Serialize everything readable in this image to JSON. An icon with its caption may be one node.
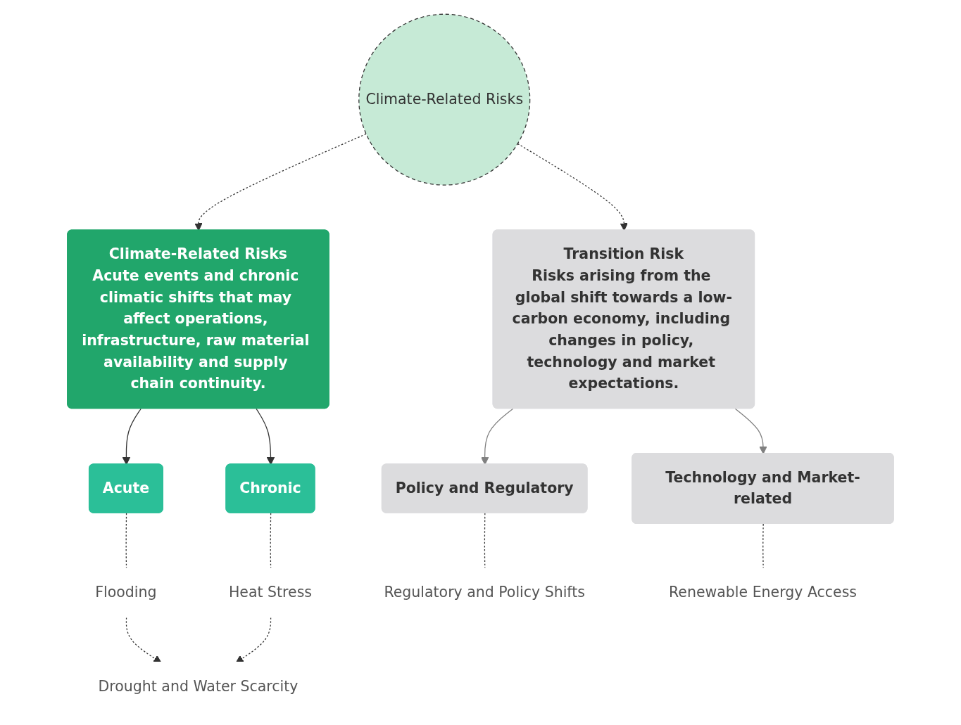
{
  "diagram": {
    "nodes": [
      {
        "text": [
          "Climate-Related Risks"
        ]
      },
      {
        "text": [
          "Climate-Related Risks",
          "Acute events and chronic climatic shifts that may affect operations, infrastructure, raw material availability and supply chain continuity."
        ]
      },
      {
        "text": [
          "Transition Risk",
          "Risks arising from the global shift towards a low-carbon economy, including changes in policy, technology and market expectations."
        ]
      },
      {
        "text": [
          "Acute"
        ]
      },
      {
        "text": [
          "Chronic"
        ]
      },
      {
        "text": [
          "Policy and Regulatory"
        ]
      },
      {
        "text": [
          "Technology and Market-related"
        ]
      },
      {
        "text": [
          "Flooding"
        ]
      },
      {
        "text": [
          "Heat Stress"
        ]
      },
      {
        "text": [
          "Drought and Water Scarcity"
        ]
      },
      {
        "text": [
          "Regulatory and Policy Shifts"
        ]
      },
      {
        "text": [
          "Renewable Energy Access"
        ]
      }
    ],
    "edges": [
      {
        "from": 0,
        "to": 1,
        "arrow": "to",
        "style": "dashed"
      },
      {
        "from": 0,
        "to": 2,
        "arrow": "to",
        "style": "dashed"
      },
      {
        "from": 1,
        "to": 3,
        "arrow": "to"
      },
      {
        "from": 1,
        "to": 4,
        "arrow": "to"
      },
      {
        "from": 2,
        "to": 5,
        "arrow": "to",
        "color": "#808080"
      },
      {
        "from": 2,
        "to": 6,
        "arrow": "to",
        "color": "#808080"
      },
      {
        "from": 3,
        "to": 7,
        "arrow": "none",
        "style": "dashed"
      },
      {
        "from": 4,
        "to": 8,
        "arrow": "none",
        "style": "dashed"
      },
      {
        "from": 5,
        "to": 10,
        "arrow": "none",
        "style": "dashed"
      },
      {
        "from": 6,
        "to": 11,
        "arrow": "none",
        "style": "dashed"
      },
      {
        "from": 7,
        "to": 9,
        "arrow": "to",
        "style": "dashed"
      },
      {
        "from": 8,
        "to": 9,
        "arrow": "to",
        "style": "dashed"
      }
    ]
  }
}
